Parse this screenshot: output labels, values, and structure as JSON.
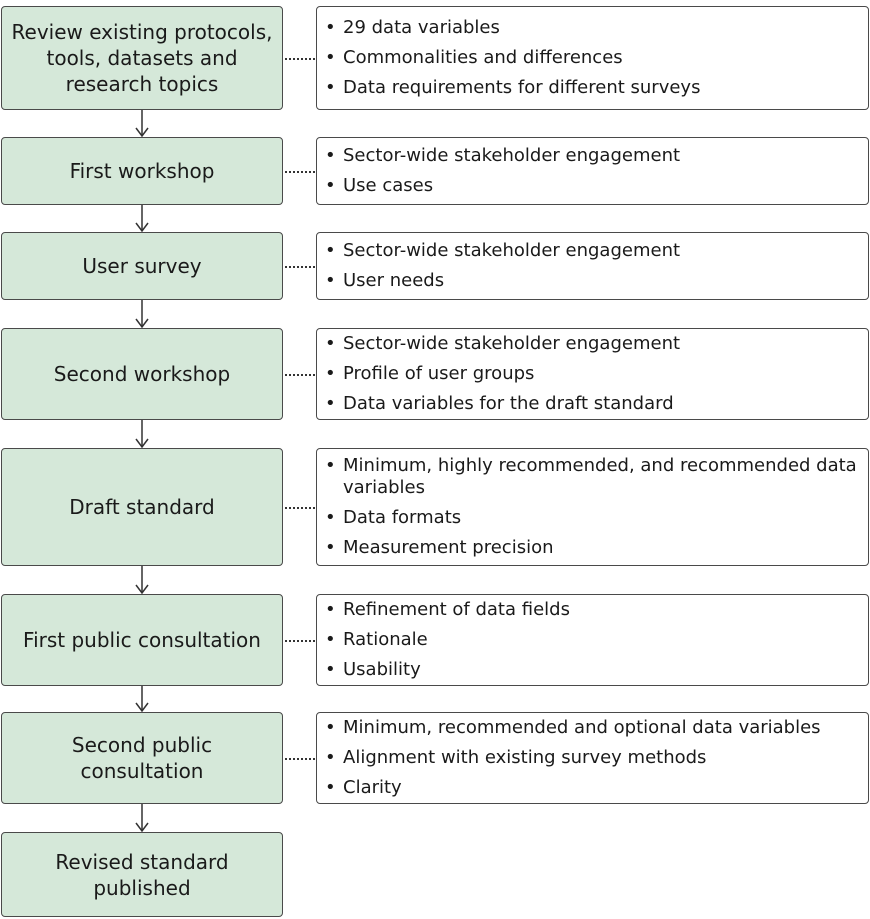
{
  "steps": [
    {
      "label": "Review existing protocols, tools, datasets and research topics",
      "notes": [
        "29 data variables",
        "Commonalities and differences",
        "Data requirements for different surveys"
      ]
    },
    {
      "label": "First workshop",
      "notes": [
        "Sector-wide stakeholder engagement",
        "Use cases"
      ]
    },
    {
      "label": "User survey",
      "notes": [
        "Sector-wide stakeholder engagement",
        "User needs"
      ]
    },
    {
      "label": "Second workshop",
      "notes": [
        "Sector-wide stakeholder engagement",
        "Profile of user groups",
        "Data variables for the draft standard"
      ]
    },
    {
      "label": "Draft standard",
      "notes": [
        "Minimum, highly recommended, and recommended data variables",
        "Data formats",
        "Measurement precision"
      ]
    },
    {
      "label": "First public consultation",
      "notes": [
        "Refinement of data fields",
        "Rationale",
        "Usability"
      ]
    },
    {
      "label": "Second public consultation",
      "notes": [
        "Minimum, recommended and optional data variables",
        "Alignment with existing survey methods",
        "Clarity"
      ]
    },
    {
      "label": "Revised standard published",
      "notes": []
    }
  ],
  "bullet_glyph": "•",
  "colors": {
    "step_fill": "#d5e8d9",
    "border": "#4a4a4a"
  }
}
